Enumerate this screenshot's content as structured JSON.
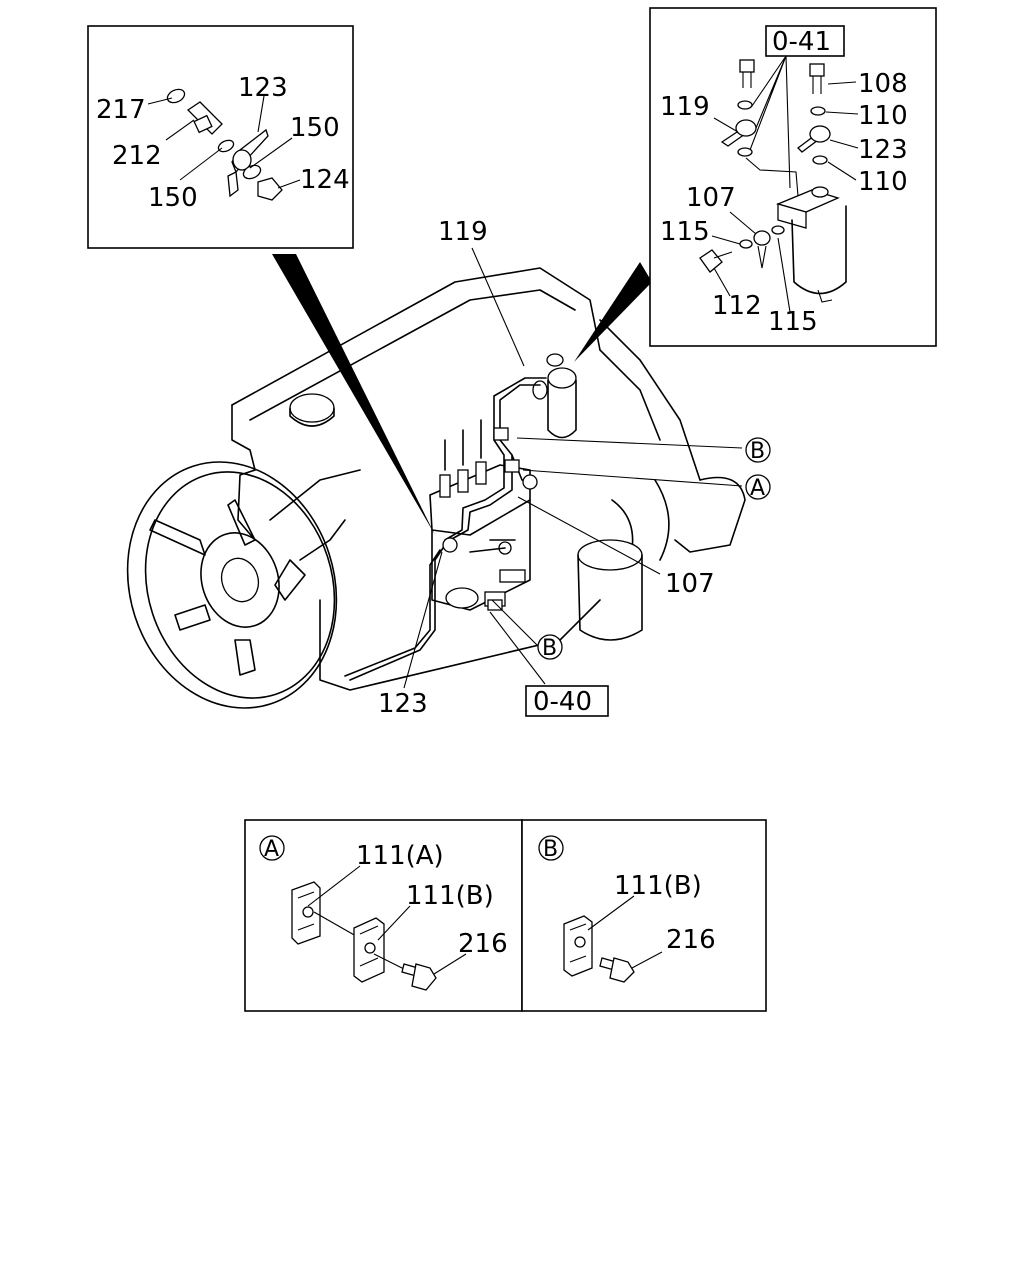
{
  "callouts": {
    "tl_217": "217",
    "tl_212": "212",
    "tl_123": "123",
    "tl_150a": "150",
    "tl_150b": "150",
    "tl_124": "124",
    "tr_ref": "0-41",
    "tr_119": "119",
    "tr_108": "108",
    "tr_110a": "110",
    "tr_123": "123",
    "tr_110b": "110",
    "tr_107": "107",
    "tr_115a": "115",
    "tr_112": "112",
    "tr_115b": "115",
    "main_119": "119",
    "main_107": "107",
    "main_123": "123",
    "main_ref": "0-40",
    "marker_a": "A",
    "marker_b1": "B",
    "marker_b2": "B",
    "da_head": "A",
    "da_111a": "111(A)",
    "da_111b": "111(B)",
    "da_216": "216",
    "db_head": "B",
    "db_111b": "111(B)",
    "db_216": "216"
  }
}
